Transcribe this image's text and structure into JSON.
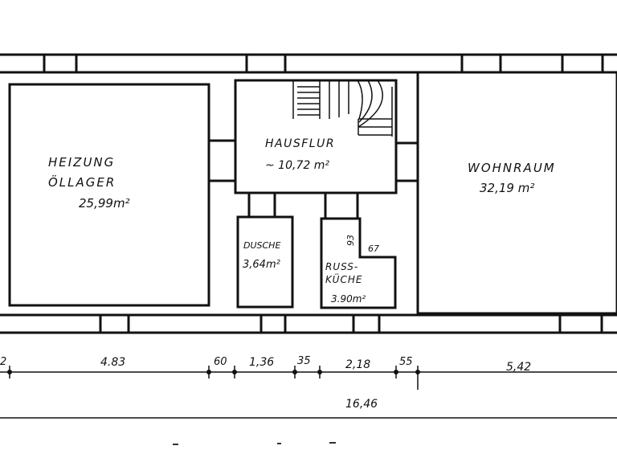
{
  "rooms": {
    "heizung": {
      "line1": "HEIZUNG",
      "line2": "ÖLLAGER",
      "area": "25,99m²"
    },
    "hausflur": {
      "name": "HAUSFLUR",
      "area": "~ 10,72 m²"
    },
    "wohnraum": {
      "name": "WOHNRAUM",
      "area": "32,19 m²"
    },
    "dusche": {
      "name": "DUSCHE",
      "area": "3,64m²"
    },
    "russkueche": {
      "line1": "RUSS-",
      "line2": "KÜCHE",
      "area": "3.90m²",
      "dim_vertical": "93",
      "dim_horizontal": "67"
    }
  },
  "dimensions": {
    "segments": [
      "2",
      "4.83",
      "60",
      "1,36",
      "35",
      "2,18",
      "55",
      "5,42"
    ],
    "total": "16,46"
  }
}
